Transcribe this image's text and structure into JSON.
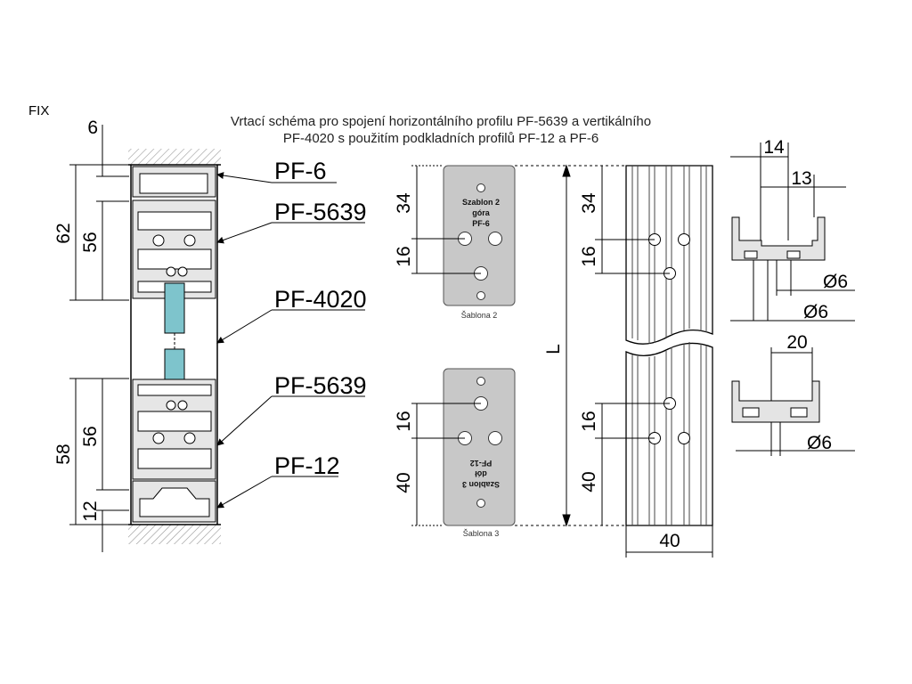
{
  "fix_label": "FIX",
  "title": {
    "line1": "Vrtací schéma pro spojení horizontálního profilu PF-5639 a vertikálního",
    "line2": "PF-4020 s použitím podkladních profilů PF-12 a PF-6"
  },
  "left_dims": {
    "d6": "6",
    "d62": "62",
    "d56a": "56",
    "d58": "58",
    "d56b": "56",
    "d12": "12"
  },
  "profile_labels": [
    "PF-6",
    "PF-5639",
    "PF-4020",
    "PF-5639",
    "PF-12"
  ],
  "template2": {
    "line1": "Szablon 2",
    "line2": "góra",
    "line3": "PF-6",
    "caption": "Šablona 2",
    "d34": "34",
    "d16": "16"
  },
  "template3": {
    "line1": "Szablon 3",
    "line2": "dół",
    "line3": "PF-12",
    "caption": "Šablona 3",
    "d16": "16",
    "d40": "40"
  },
  "length_label": "L",
  "column_dims": {
    "d34": "34",
    "d16a": "16",
    "d16b": "16",
    "d40": "40",
    "width40": "40"
  },
  "section_top": {
    "d14": "14",
    "d13": "13",
    "o6a": "Ø6",
    "o6b": "Ø6"
  },
  "section_bottom": {
    "d20": "20",
    "o6": "Ø6"
  },
  "colors": {
    "stroke": "#000000",
    "gray": "#c8c8c8",
    "profile_fill": "#e4e4e4",
    "connector": "#7ec4cc",
    "hatch": "#9a9a9a"
  }
}
